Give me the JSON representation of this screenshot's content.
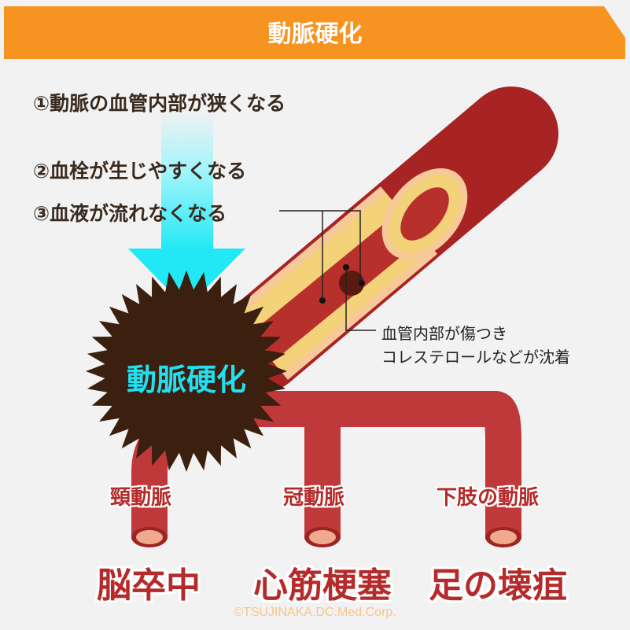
{
  "banner": {
    "title": "動脈硬化",
    "color": "#f79321"
  },
  "steps": [
    "①動脈の血管内部が狭くなる",
    "②血栓が生じやすくなる",
    "③血液が流れなくなる"
  ],
  "center_label": "動脈硬化",
  "note": {
    "line1": "血管内部が傷つき",
    "line2": "コレステロールなどが沈着"
  },
  "arteries": [
    {
      "label": "頸動脈",
      "disease": "脳卒中"
    },
    {
      "label": "冠動脈",
      "disease": "心筋梗塞"
    },
    {
      "label": "下肢の動脈",
      "disease": "足の壊疽"
    }
  ],
  "copyright": "©TSUJINAKA.DC.Med.Corp.",
  "colors": {
    "artery": "#b52a2a",
    "arrow": "#22e8f5",
    "burst": "#3b1f0f",
    "plaque": "#f3d27a"
  }
}
